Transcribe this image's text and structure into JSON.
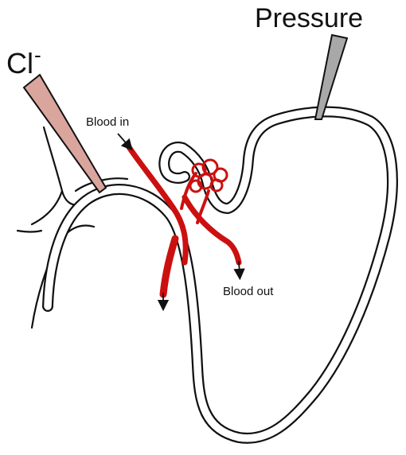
{
  "labels": {
    "pressure": "Pressure",
    "chloride": "Cl",
    "chloride_charge": "-",
    "blood_in": "Blood in",
    "blood_out": "Blood out"
  },
  "colors": {
    "outline": "#111111",
    "vessel": "#cc1010",
    "chloride_pipette": "#d9a59c",
    "pressure_pipette": "#a8a8a8"
  }
}
